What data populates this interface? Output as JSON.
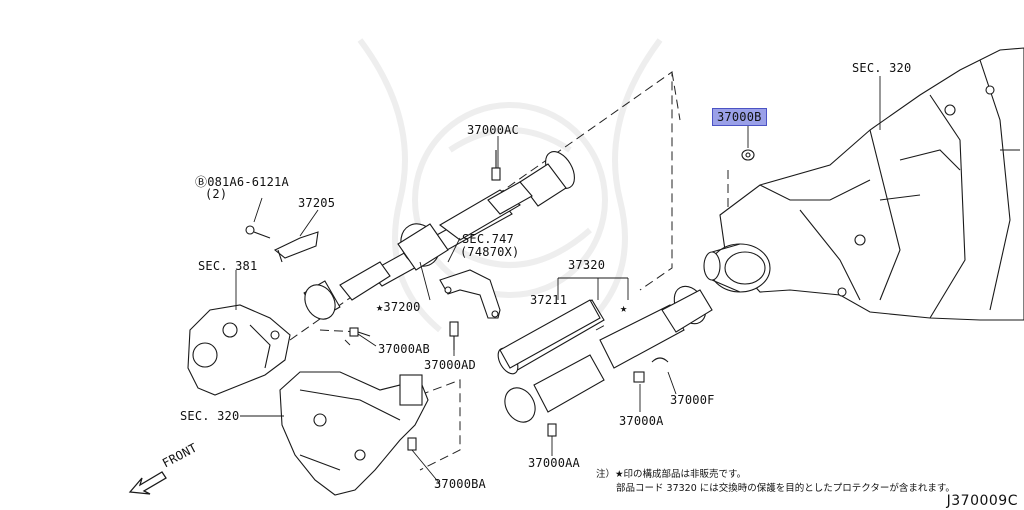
{
  "labels": {
    "sec320_top": "SEC. 320",
    "part_37000B": "37000B",
    "part_37000AC": "37000AC",
    "bolt_code": "Ⓑ081A6-6121A",
    "bolt_qty": "(2)",
    "part_37205": "37205",
    "sec747": "SEC.747",
    "part_74870X": "(74870X)",
    "sec381": "SEC. 381",
    "part_37200": "★37200",
    "part_37320": "37320",
    "part_37211": "37211",
    "star_marker": "★",
    "part_37000AB": "37000AB",
    "part_37000AD": "37000AD",
    "sec320_left": "SEC. 320",
    "part_37000F": "37000F",
    "part_37000A": "37000A",
    "part_37000AA": "37000AA",
    "part_37000BA": "37000BA",
    "front": "FRONT"
  },
  "notes": {
    "line1": "注）★印の構成部品は非販売です。",
    "line2": "部品コード 37320 には交換時の保護を目的としたプロテクターが含まれます。"
  },
  "diagram_code": "J370009C",
  "colors": {
    "highlight": "#9aa0e8",
    "line": "#1a1a1a"
  }
}
